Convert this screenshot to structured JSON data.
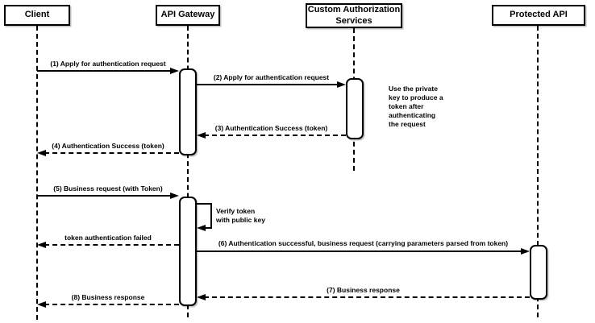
{
  "diagram": {
    "type": "sequence",
    "colors": {
      "stroke": "#000000",
      "fill": "#ffffff",
      "background": "#ffffff"
    },
    "actors": [
      {
        "label": "Client"
      },
      {
        "label": "API Gateway"
      },
      {
        "label": "Custom Authorization\nServices"
      },
      {
        "label": "Protected API"
      }
    ],
    "messages": [
      {
        "label": "(1) Apply for authentication request",
        "from": "Client",
        "to": "API Gateway",
        "style": "solid"
      },
      {
        "label": "(2) Apply for authentication request",
        "from": "API Gateway",
        "to": "Custom Authorization Services",
        "style": "solid"
      },
      {
        "label": "(3) Authentication Success (token)",
        "from": "Custom Authorization Services",
        "to": "API Gateway",
        "style": "dashed"
      },
      {
        "label": "(4) Authentication Success (token)",
        "from": "API Gateway",
        "to": "Client",
        "style": "dashed"
      },
      {
        "label": "(5) Business request (with Token)",
        "from": "Client",
        "to": "API Gateway",
        "style": "solid"
      },
      {
        "label": "Verify token\nwith public key",
        "from": "API Gateway",
        "to": "API Gateway",
        "style": "self"
      },
      {
        "label": "token authentication failed",
        "from": "API Gateway",
        "to": "Client",
        "style": "dashed"
      },
      {
        "label": "(6) Authentication successful, business request (carrying parameters parsed from token)",
        "from": "API Gateway",
        "to": "Protected API",
        "style": "solid"
      },
      {
        "label": "(7) Business response",
        "from": "Protected API",
        "to": "API Gateway",
        "style": "dashed"
      },
      {
        "label": "(8) Business response",
        "from": "API Gateway",
        "to": "Client",
        "style": "dashed"
      }
    ],
    "note": {
      "text": "Use the private\nkey to produce a\ntoken after\nauthenticating\nthe request",
      "attached_to": "Custom Authorization Services"
    }
  }
}
